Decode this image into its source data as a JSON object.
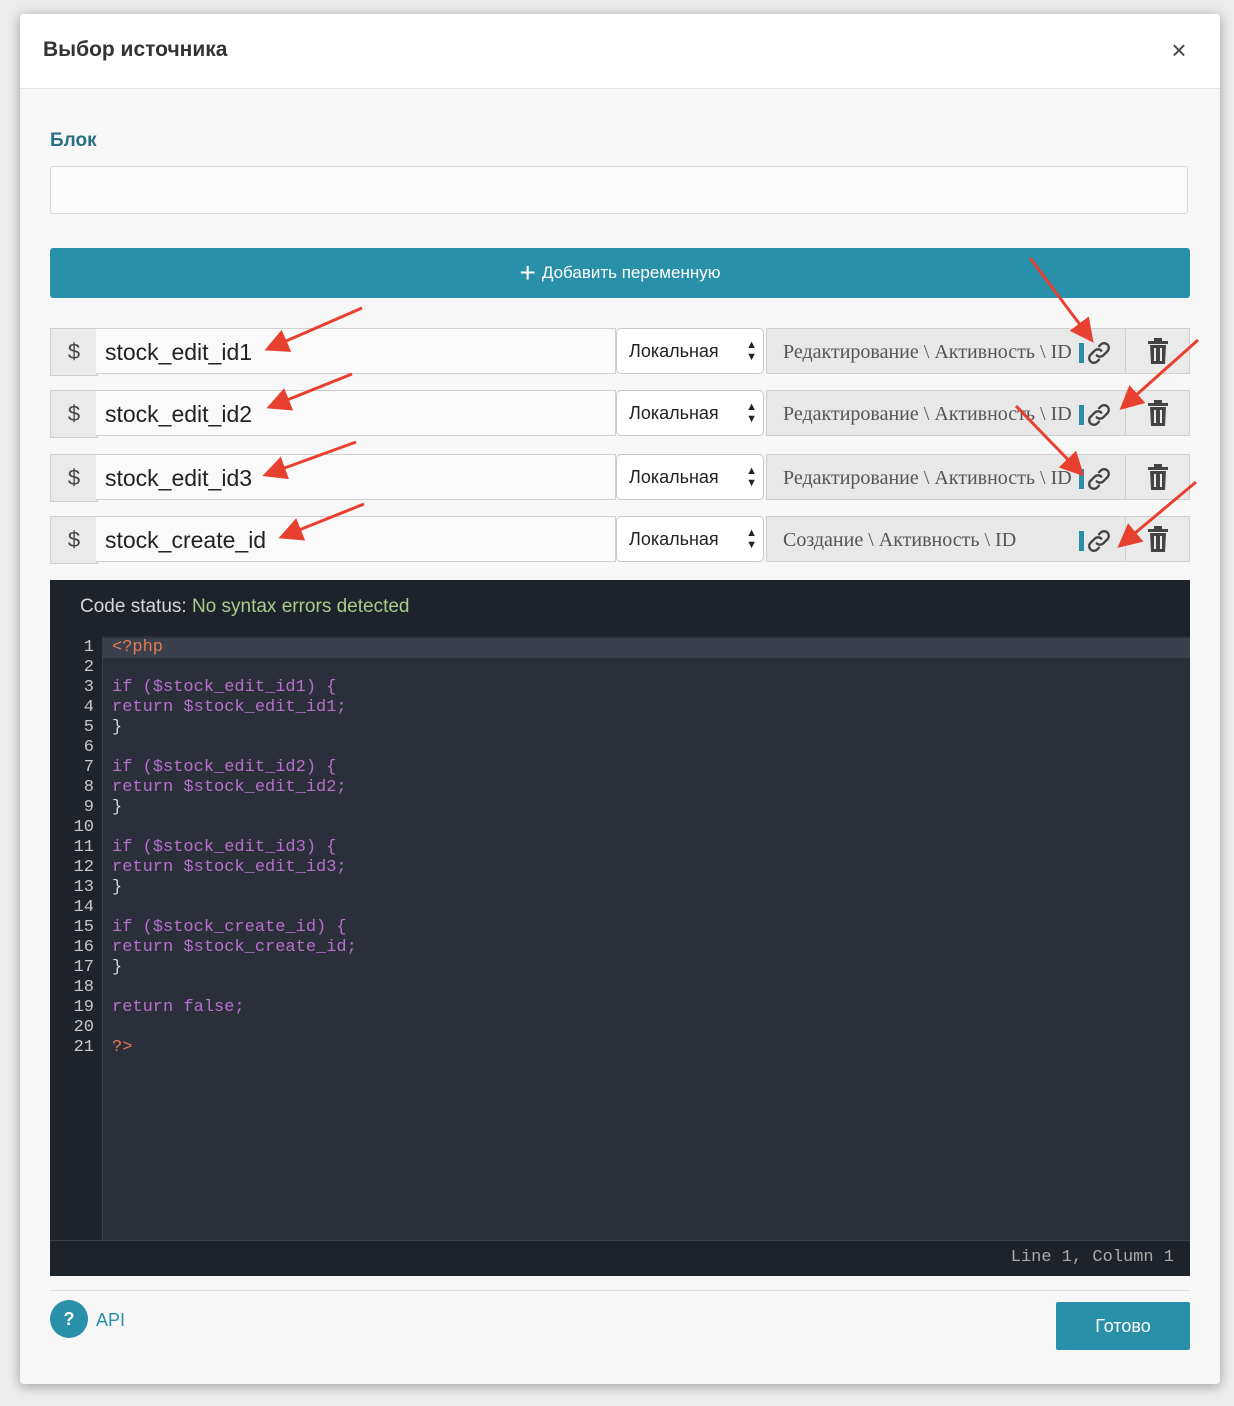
{
  "modal": {
    "title": "Выбор источника",
    "close_label": "×"
  },
  "block": {
    "label": "Блок",
    "value": ""
  },
  "add_variable": {
    "icon": "plus-icon",
    "label": "Добавить переменную"
  },
  "variables": [
    {
      "prefix": "$",
      "name": "stock_edit_id1",
      "scope": "Локальная",
      "source": "Редактирование \\ Активность \\ ID"
    },
    {
      "prefix": "$",
      "name": "stock_edit_id2",
      "scope": "Локальная",
      "source": "Редактирование \\ Активность \\ ID"
    },
    {
      "prefix": "$",
      "name": "stock_edit_id3",
      "scope": "Локальная",
      "source": "Редактирование \\ Активность \\ ID"
    },
    {
      "prefix": "$",
      "name": "stock_create_id",
      "scope": "Локальная",
      "source": "Создание \\ Активность \\ ID"
    }
  ],
  "editor": {
    "status_label": "Code status:",
    "status_value": "No syntax errors detected",
    "cursor_position": "Line 1, Column 1",
    "lines": [
      "<?php",
      "",
      "if ($stock_edit_id1) {",
      "return $stock_edit_id1;",
      "}",
      "",
      "if ($stock_edit_id2) {",
      "return $stock_edit_id2;",
      "}",
      "",
      "if ($stock_edit_id3) {",
      "return $stock_edit_id3;",
      "}",
      "",
      "if ($stock_create_id) {",
      "return $stock_create_id;",
      "}",
      "",
      "return false;",
      "",
      "?>"
    ]
  },
  "footer": {
    "help_label": "?",
    "api_label": "API",
    "done_label": "Готово"
  },
  "colors": {
    "accent": "#2890a8",
    "arrow": "#e8402f",
    "editor_bg": "#2b2f3a"
  }
}
